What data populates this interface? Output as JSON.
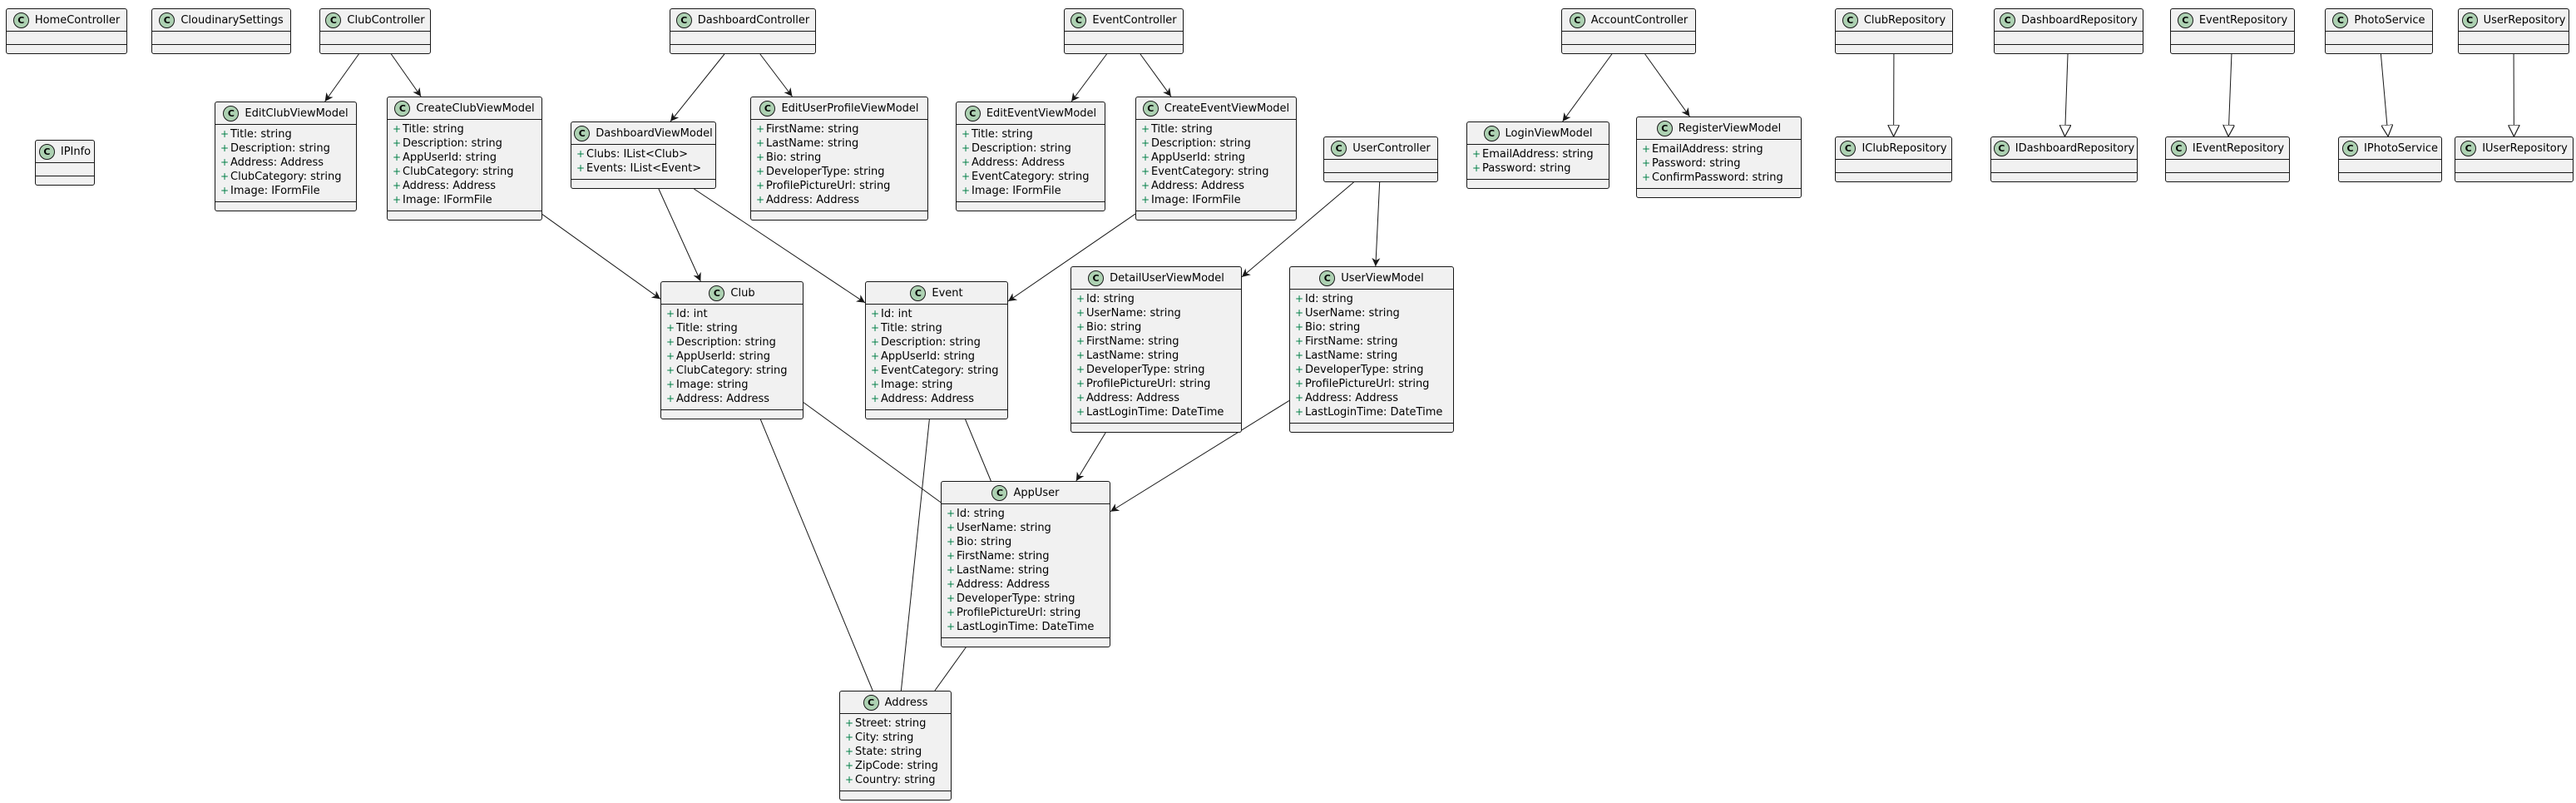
{
  "classes": [
    {
      "id": "HomeController",
      "name": "HomeController",
      "stereo": "C",
      "fields": []
    },
    {
      "id": "CloudinarySettings",
      "name": "CloudinarySettings",
      "stereo": "C",
      "fields": []
    },
    {
      "id": "ClubController",
      "name": "ClubController",
      "stereo": "C",
      "fields": []
    },
    {
      "id": "DashboardController",
      "name": "DashboardController",
      "stereo": "C",
      "fields": []
    },
    {
      "id": "EventController",
      "name": "EventController",
      "stereo": "C",
      "fields": []
    },
    {
      "id": "AccountController",
      "name": "AccountController",
      "stereo": "C",
      "fields": []
    },
    {
      "id": "ClubRepository",
      "name": "ClubRepository",
      "stereo": "C",
      "fields": []
    },
    {
      "id": "DashboardRepository",
      "name": "DashboardRepository",
      "stereo": "C",
      "fields": []
    },
    {
      "id": "EventRepository",
      "name": "EventRepository",
      "stereo": "C",
      "fields": []
    },
    {
      "id": "PhotoService",
      "name": "PhotoService",
      "stereo": "C",
      "fields": []
    },
    {
      "id": "UserRepository",
      "name": "UserRepository",
      "stereo": "C",
      "fields": []
    },
    {
      "id": "IPInfo",
      "name": "IPInfo",
      "stereo": "C",
      "fields": []
    },
    {
      "id": "EditClubViewModel",
      "name": "EditClubViewModel",
      "stereo": "C",
      "fields": [
        "Title: string",
        "Description: string",
        "Address: Address",
        "ClubCategory: string",
        "Image: IFormFile"
      ]
    },
    {
      "id": "CreateClubViewModel",
      "name": "CreateClubViewModel",
      "stereo": "C",
      "fields": [
        "Title: string",
        "Description: string",
        "AppUserId: string",
        "ClubCategory: string",
        "Address: Address",
        "Image: IFormFile"
      ]
    },
    {
      "id": "DashboardViewModel",
      "name": "DashboardViewModel",
      "stereo": "C",
      "fields": [
        "Clubs: IList<Club>",
        "Events: IList<Event>"
      ]
    },
    {
      "id": "EditUserProfileViewModel",
      "name": "EditUserProfileViewModel",
      "stereo": "C",
      "fields": [
        "FirstName: string",
        "LastName: string",
        "Bio: string",
        "DeveloperType: string",
        "ProfilePictureUrl: string",
        "Address: Address"
      ]
    },
    {
      "id": "EditEventViewModel",
      "name": "EditEventViewModel",
      "stereo": "C",
      "fields": [
        "Title: string",
        "Description: string",
        "Address: Address",
        "EventCategory: string",
        "Image: IFormFile"
      ]
    },
    {
      "id": "CreateEventViewModel",
      "name": "CreateEventViewModel",
      "stereo": "C",
      "fields": [
        "Title: string",
        "Description: string",
        "AppUserId: string",
        "EventCategory: string",
        "Address: Address",
        "Image: IFormFile"
      ]
    },
    {
      "id": "UserController",
      "name": "UserController",
      "stereo": "C",
      "fields": []
    },
    {
      "id": "LoginViewModel",
      "name": "LoginViewModel",
      "stereo": "C",
      "fields": [
        "EmailAddress: string",
        "Password: string"
      ]
    },
    {
      "id": "RegisterViewModel",
      "name": "RegisterViewModel",
      "stereo": "C",
      "fields": [
        "EmailAddress: string",
        "Password: string",
        "ConfirmPassword: string"
      ]
    },
    {
      "id": "IClubRepository",
      "name": "IClubRepository",
      "stereo": "C",
      "fields": []
    },
    {
      "id": "IDashboardRepository",
      "name": "IDashboardRepository",
      "stereo": "C",
      "fields": []
    },
    {
      "id": "IEventRepository",
      "name": "IEventRepository",
      "stereo": "C",
      "fields": []
    },
    {
      "id": "IPhotoService",
      "name": "IPhotoService",
      "stereo": "C",
      "fields": []
    },
    {
      "id": "IUserRepository",
      "name": "IUserRepository",
      "stereo": "C",
      "fields": []
    },
    {
      "id": "Club",
      "name": "Club",
      "stereo": "C",
      "fields": [
        "Id: int",
        "Title: string",
        "Description: string",
        "AppUserId: string",
        "ClubCategory: string",
        "Image: string",
        "Address: Address"
      ]
    },
    {
      "id": "Event",
      "name": "Event",
      "stereo": "C",
      "fields": [
        "Id: int",
        "Title: string",
        "Description: string",
        "AppUserId: string",
        "EventCategory: string",
        "Image: string",
        "Address: Address"
      ]
    },
    {
      "id": "DetailUserViewModel",
      "name": "DetailUserViewModel",
      "stereo": "C",
      "fields": [
        "Id: string",
        "UserName: string",
        "Bio: string",
        "FirstName: string",
        "LastName: string",
        "DeveloperType: string",
        "ProfilePictureUrl: string",
        "Address: Address",
        "LastLoginTime: DateTime"
      ]
    },
    {
      "id": "UserViewModel",
      "name": "UserViewModel",
      "stereo": "C",
      "fields": [
        "Id: string",
        "UserName: string",
        "Bio: string",
        "FirstName: string",
        "LastName: string",
        "DeveloperType: string",
        "ProfilePictureUrl: string",
        "Address: Address",
        "LastLoginTime: DateTime"
      ]
    },
    {
      "id": "AppUser",
      "name": "AppUser",
      "stereo": "C",
      "fields": [
        "Id: string",
        "UserName: string",
        "Bio: string",
        "FirstName: string",
        "LastName: string",
        "Address: Address",
        "DeveloperType: string",
        "ProfilePictureUrl: string",
        "LastLoginTime: DateTime"
      ]
    },
    {
      "id": "Address",
      "name": "Address",
      "stereo": "C",
      "fields": [
        "Street: string",
        "City: string",
        "State: string",
        "ZipCode: string",
        "Country: string"
      ]
    }
  ],
  "visibility_marker": "+",
  "relations": [
    {
      "from": "ClubController",
      "to": "EditClubViewModel",
      "type": "arrow"
    },
    {
      "from": "ClubController",
      "to": "CreateClubViewModel",
      "type": "arrow"
    },
    {
      "from": "DashboardController",
      "to": "DashboardViewModel",
      "type": "arrow"
    },
    {
      "from": "DashboardController",
      "to": "EditUserProfileViewModel",
      "type": "arrow"
    },
    {
      "from": "EventController",
      "to": "EditEventViewModel",
      "type": "arrow"
    },
    {
      "from": "EventController",
      "to": "CreateEventViewModel",
      "type": "arrow"
    },
    {
      "from": "AccountController",
      "to": "LoginViewModel",
      "type": "arrow"
    },
    {
      "from": "AccountController",
      "to": "RegisterViewModel",
      "type": "arrow"
    },
    {
      "from": "ClubRepository",
      "to": "IClubRepository",
      "type": "realize"
    },
    {
      "from": "DashboardRepository",
      "to": "IDashboardRepository",
      "type": "realize"
    },
    {
      "from": "EventRepository",
      "to": "IEventRepository",
      "type": "realize"
    },
    {
      "from": "PhotoService",
      "to": "IPhotoService",
      "type": "realize"
    },
    {
      "from": "UserRepository",
      "to": "IUserRepository",
      "type": "realize"
    },
    {
      "from": "CreateClubViewModel",
      "to": "Club",
      "type": "arrow"
    },
    {
      "from": "DashboardViewModel",
      "to": "Club",
      "type": "arrow"
    },
    {
      "from": "DashboardViewModel",
      "to": "Event",
      "type": "arrow"
    },
    {
      "from": "CreateEventViewModel",
      "to": "Event",
      "type": "arrow"
    },
    {
      "from": "UserController",
      "to": "DetailUserViewModel",
      "type": "arrow"
    },
    {
      "from": "UserController",
      "to": "UserViewModel",
      "type": "arrow"
    },
    {
      "from": "DetailUserViewModel",
      "to": "AppUser",
      "type": "arrow"
    },
    {
      "from": "UserViewModel",
      "to": "AppUser",
      "type": "arrow"
    },
    {
      "from": "Club",
      "to": "AppUser",
      "type": "line"
    },
    {
      "from": "Event",
      "to": "AppUser",
      "type": "line"
    },
    {
      "from": "Club",
      "to": "Address",
      "type": "line"
    },
    {
      "from": "Event",
      "to": "Address",
      "type": "line"
    },
    {
      "from": "AppUser",
      "to": "Address",
      "type": "line"
    }
  ]
}
